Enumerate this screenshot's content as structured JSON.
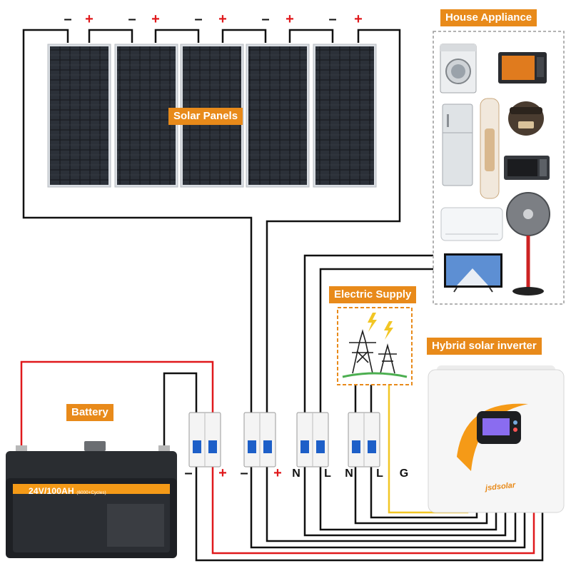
{
  "labels": {
    "solar_panels": "Solar Panels",
    "house_appliance": "House Appliance",
    "electric_supply": "Electric Supply",
    "hybrid_inverter": "Hybrid solar inverter",
    "battery": "Battery"
  },
  "battery": {
    "model": "24V/100AH",
    "cycles": "(6000+Cycles)"
  },
  "inverter": {
    "brand": "jsdsolar"
  },
  "panel_polarity": {
    "negative": "–",
    "positive": "+"
  },
  "terminals": {
    "battery_neg": "–",
    "battery_pos": "+",
    "pv_neg": "–",
    "pv_pos": "+",
    "grid_n": "N",
    "grid_l": "L",
    "load_n": "N",
    "load_l": "L",
    "ground": "G"
  },
  "colors": {
    "label_bg": "#e88a1a",
    "wire_black": "#111111",
    "wire_red": "#e0191c",
    "wire_yellow": "#f2c624",
    "panel_cell": "#1a1d22",
    "breaker_blue": "#1d5fc8",
    "inverter_accent": "#f59a17"
  }
}
